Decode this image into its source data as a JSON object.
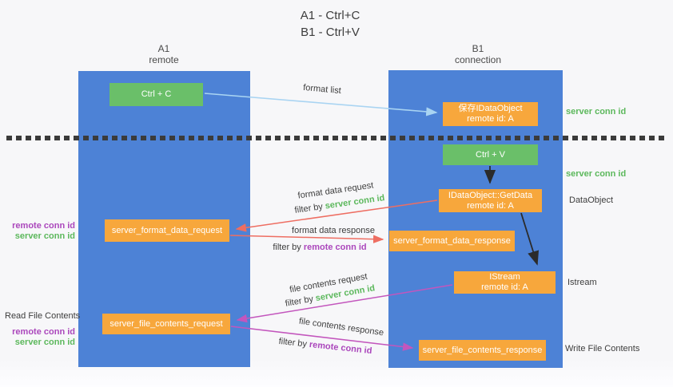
{
  "title": {
    "line1": "A1 - Ctrl+C",
    "line2": "B1 - Ctrl+V"
  },
  "lanes": {
    "a1": {
      "name": "A1",
      "subtitle": "remote"
    },
    "b1": {
      "name": "B1",
      "subtitle": "connection"
    }
  },
  "nodes": {
    "ctrl_c": {
      "label": "Ctrl + C"
    },
    "save_idataobject": {
      "line1": "保存IDataObject",
      "line2": "remote id: A"
    },
    "ctrl_v": {
      "label": "Ctrl + V"
    },
    "getdata": {
      "line1": "IDataObject::GetData",
      "line2": "remote id: A"
    },
    "format_request": {
      "label": "server_format_data_request"
    },
    "format_response": {
      "label": "server_format_data_response"
    },
    "istream": {
      "line1": "IStream",
      "line2": "remote id: A"
    },
    "file_request": {
      "label": "server_file_contents_request"
    },
    "file_response": {
      "label": "server_file_contents_response"
    }
  },
  "arrow_labels": {
    "format_list": "format list",
    "format_data_request": "format data request",
    "format_data_response": "format data response",
    "file_contents_request": "file contents request",
    "file_contents_response": "file contents response",
    "filter_by": "filter by",
    "server_conn_id": "server conn id",
    "remote_conn_id": "remote conn id"
  },
  "side_labels": {
    "left": {
      "remote_conn_id": "remote conn id",
      "server_conn_id": "server conn id",
      "read_file_contents": "Read File Contents"
    },
    "right": {
      "server_conn_id_top": "server conn id",
      "server_conn_id_mid": "server conn id",
      "dataobject": "DataObject",
      "istream": "Istream",
      "write_file_contents": "Write File Contents"
    }
  },
  "colors": {
    "lane_blue": "#4d82d6",
    "node_green": "#6abf69",
    "node_orange": "#f7a73c",
    "arrow_blue": "#a9d4f2",
    "arrow_black": "#2b2b2b",
    "arrow_red": "#ee6e62",
    "arrow_magenta": "#c356bd",
    "label_green": "#5cb85c",
    "label_purple": "#ab47bc"
  }
}
